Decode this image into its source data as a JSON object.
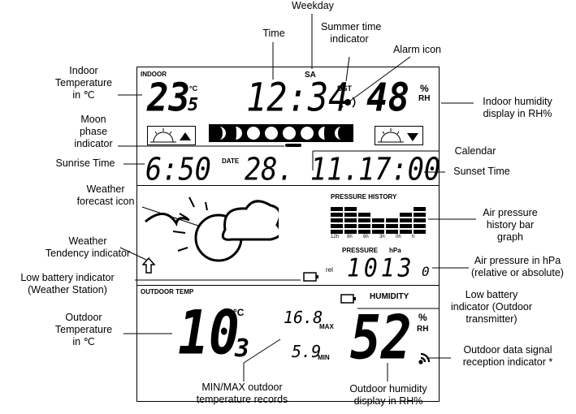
{
  "labels": {
    "weekday": "Weekday",
    "time": "Time",
    "summer_time": "Summer time\nindicator",
    "alarm_icon": "Alarm icon",
    "indoor_temperature": "Indoor\nTemperature\nin ℃",
    "indoor_humidity": "Indoor humidity\ndisplay in RH%",
    "moon_phase": "Moon\nphase\nindicator",
    "calendar": "Calendar",
    "sunrise_time": "Sunrise Time",
    "sunset_time": "Sunset Time",
    "weather_forecast_icon": "Weather\nforecast icon",
    "pressure_history": "Air pressure\nhistory bar\ngraph",
    "weather_tendency": "Weather\nTendency indicator",
    "air_pressure": "Air pressure in hPa\n(relative or absolute)",
    "low_battery_station": "Low battery indicator\n(Weather Station)",
    "low_battery_outdoor": "Low battery\nindicator (Outdoor\ntransmitter)",
    "outdoor_temperature": "Outdoor\nTemperature\nin ℃",
    "outdoor_signal": "Outdoor data signal\nreception indicator *",
    "minmax_records": "MIN/MAX outdoor\ntemperature records",
    "outdoor_humidity": "Outdoor humidity\ndisplay in RH%"
  },
  "display": {
    "indoor_label": "INDOOR",
    "indoor_temp": "23",
    "indoor_temp_decimal": "5",
    "temp_unit": "°C",
    "weekday": "SA",
    "time": "12:34",
    "dst": "DST",
    "indoor_humidity": "48",
    "percent": "%",
    "rh": "RH",
    "sunrise": "6:50",
    "date_label": "DATE",
    "date": "28. 11.",
    "sunset": "17:00",
    "pressure_history_label": "PRESSURE HISTORY",
    "history_ticks": [
      "12h",
      "9h",
      "6h",
      "3h",
      "0h",
      "h"
    ],
    "history_bar_levels": [
      5,
      5,
      4,
      3,
      3,
      4,
      5
    ],
    "pressure_label": "PRESSURE",
    "hpa": "hPa",
    "rel": "rel",
    "pressure": "1013",
    "pressure_decimal": "0",
    "outdoor_label": "OUTDOOR TEMP",
    "outdoor_temp": "10",
    "outdoor_temp_decimal": "3",
    "max_temp": "16.8",
    "max_label": "MAX",
    "min_temp": "5.9",
    "min_label": "MIN",
    "humidity_label": "HUMIDITY",
    "outdoor_humidity": "52"
  }
}
